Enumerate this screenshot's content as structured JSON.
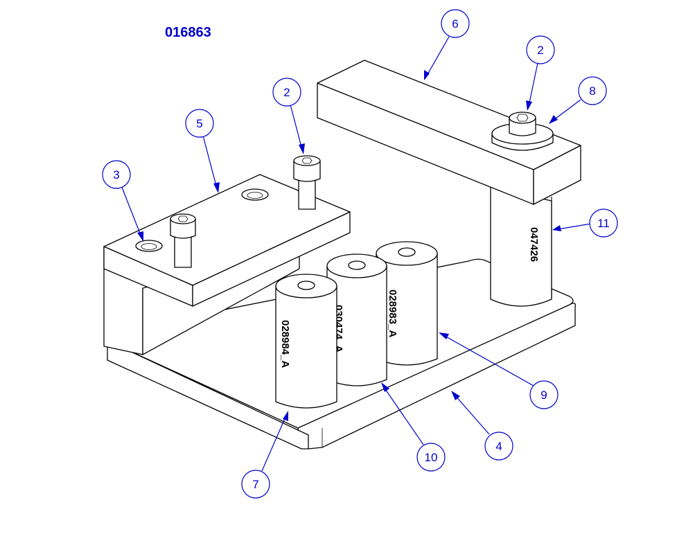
{
  "drawing_number": "016863",
  "part_marks": {
    "standoff_front": "028984_A",
    "standoff_middle": "030474_A",
    "standoff_rear": "028983_A",
    "post": "047426"
  },
  "balloons": [
    {
      "id": "balloon-2-left",
      "label": "2"
    },
    {
      "id": "balloon-2-right",
      "label": "2"
    },
    {
      "id": "balloon-3",
      "label": "3"
    },
    {
      "id": "balloon-4",
      "label": "4"
    },
    {
      "id": "balloon-5",
      "label": "5"
    },
    {
      "id": "balloon-6",
      "label": "6"
    },
    {
      "id": "balloon-7",
      "label": "7"
    },
    {
      "id": "balloon-8",
      "label": "8"
    },
    {
      "id": "balloon-9",
      "label": "9"
    },
    {
      "id": "balloon-10",
      "label": "10"
    },
    {
      "id": "balloon-11",
      "label": "11"
    }
  ],
  "colors": {
    "callout": "#0000cc",
    "line": "#000000",
    "background": "#ffffff"
  }
}
